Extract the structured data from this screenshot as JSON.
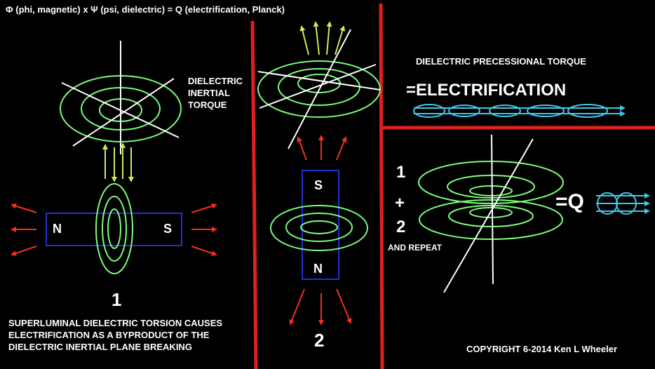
{
  "header": {
    "equation": "Φ (phi, magnetic) x Ψ (psi, dielectric) = Q (electrification, Planck)"
  },
  "panel1": {
    "torque_label": "DIELECTRIC\nINERTIAL\nTORQUE",
    "north_pole": "N",
    "south_pole": "S",
    "number": "1",
    "caption": "SUPERLUMINAL DIELECTRIC TORSION CAUSES\nELECTRIFICATION AS A BYPRODUCT OF THE\nDIELECTRIC INERTIAL PLANE BREAKING"
  },
  "panel2": {
    "south_pole": "S",
    "north_pole": "N",
    "number": "2"
  },
  "panel3": {
    "title": "DIELECTRIC PRECESSIONAL TORQUE",
    "result": "=ELECTRIFICATION"
  },
  "panel4": {
    "step1": "1",
    "plus": "+",
    "step2": "2",
    "repeat": "AND REPEAT",
    "result": "=Q"
  },
  "footer": {
    "copyright": "COPYRIGHT 6-2014 Ken L Wheeler"
  },
  "colors": {
    "field": "#7CFC7C",
    "divider": "#E02020",
    "arrow_red": "#F03020",
    "arrow_yellow": "#C8F050",
    "magnet": "#2030D0",
    "electrification": "#40C8E8"
  }
}
